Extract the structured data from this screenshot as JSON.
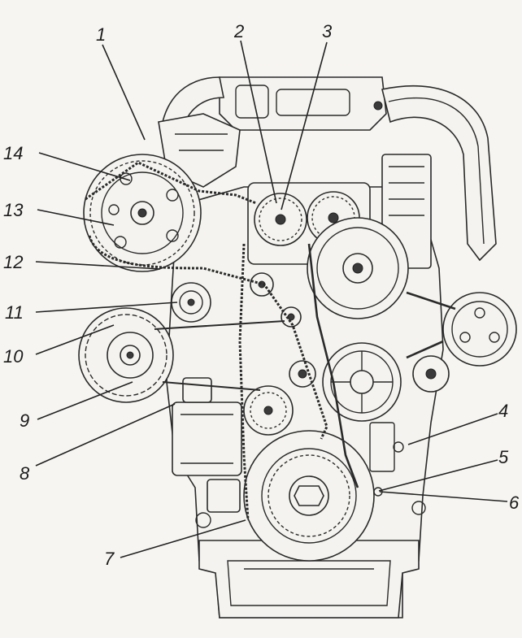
{
  "callouts": [
    {
      "id": "1",
      "label": "1"
    },
    {
      "id": "2",
      "label": "2"
    },
    {
      "id": "3",
      "label": "3"
    },
    {
      "id": "4",
      "label": "4"
    },
    {
      "id": "5",
      "label": "5"
    },
    {
      "id": "6",
      "label": "6"
    },
    {
      "id": "7",
      "label": "7"
    },
    {
      "id": "8",
      "label": "8"
    },
    {
      "id": "9",
      "label": "9"
    },
    {
      "id": "10",
      "label": "10"
    },
    {
      "id": "11",
      "label": "11"
    },
    {
      "id": "12",
      "label": "12"
    },
    {
      "id": "13",
      "label": "13"
    },
    {
      "id": "14",
      "label": "14"
    }
  ],
  "colors": {
    "ink": "#222222",
    "paper": "#f6f5f2"
  }
}
